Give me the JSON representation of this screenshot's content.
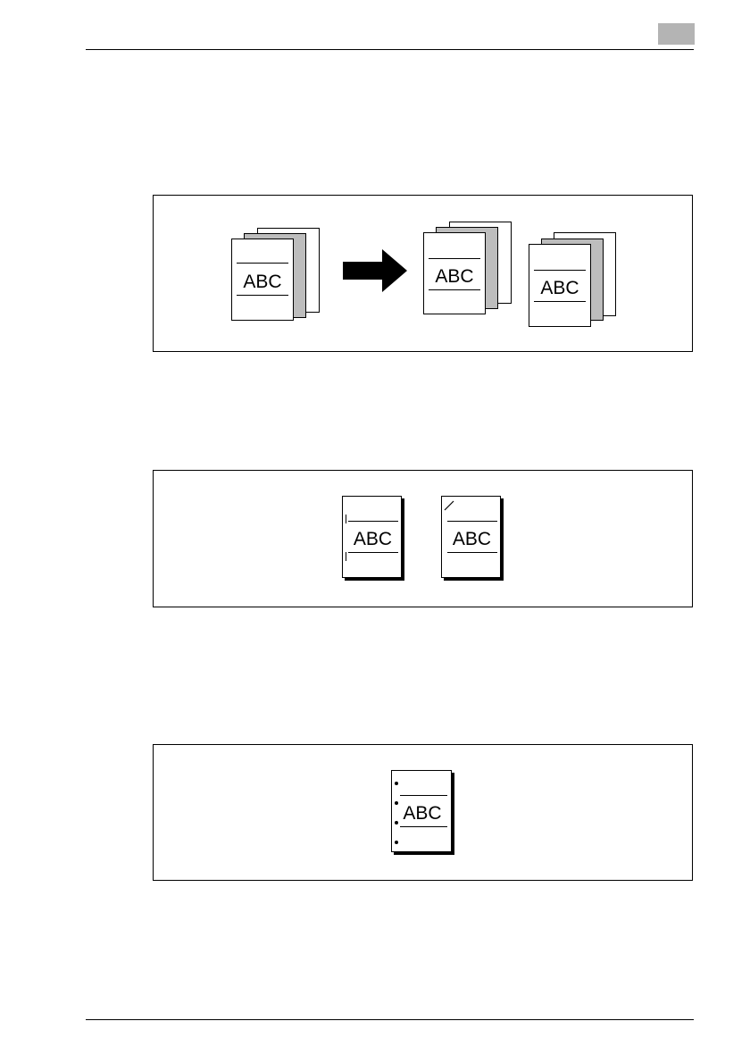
{
  "page": {
    "tab_color": "#b4b4b4"
  },
  "figures": [
    {
      "name": "sort-offset",
      "source_doc_text": "ABC",
      "output_doc_texts": [
        "ABC",
        "ABC"
      ]
    },
    {
      "name": "staple",
      "doc_texts": [
        "ABC",
        "ABC"
      ]
    },
    {
      "name": "hole-punch",
      "doc_text": "ABC"
    }
  ]
}
